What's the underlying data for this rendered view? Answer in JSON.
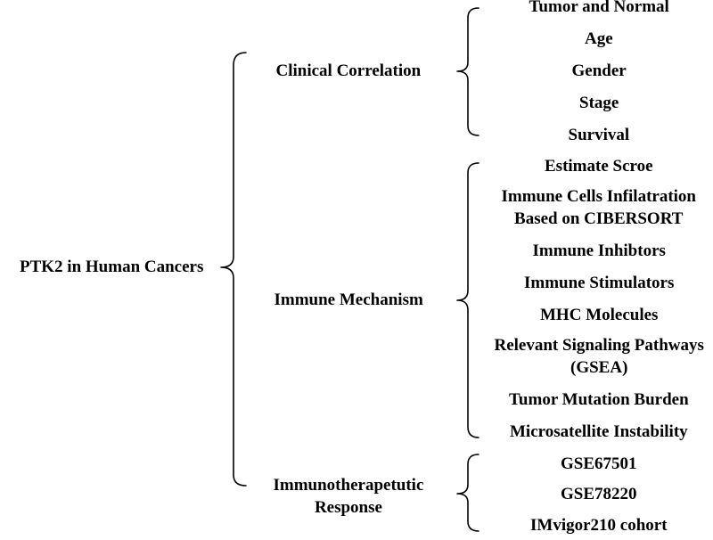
{
  "root": {
    "label": "PTK2 in Human Cancers"
  },
  "branches": [
    {
      "label": [
        "Clinical Correlation"
      ],
      "items": [
        [
          "Tumor and Normal"
        ],
        [
          "Age"
        ],
        [
          "Gender"
        ],
        [
          "Stage"
        ],
        [
          "Survival"
        ]
      ]
    },
    {
      "label": [
        "Immune Mechanism"
      ],
      "items": [
        [
          "Estimate Scroe"
        ],
        [
          "Immune Cells Infilatration",
          "Based on CIBERSORT"
        ],
        [
          "Immune Inhibtors"
        ],
        [
          "Immune Stimulators"
        ],
        [
          "MHC Molecules"
        ],
        [
          "Relevant Signaling Pathways",
          "(GSEA)"
        ],
        [
          "Tumor Mutation Burden"
        ],
        [
          "Microsatellite Instability"
        ]
      ]
    },
    {
      "label": [
        "Immunotherapetutic",
        "Response"
      ],
      "items": [
        [
          "GSE67501"
        ],
        [
          "GSE78220"
        ],
        [
          "IMvigor210 cohort"
        ]
      ]
    }
  ]
}
